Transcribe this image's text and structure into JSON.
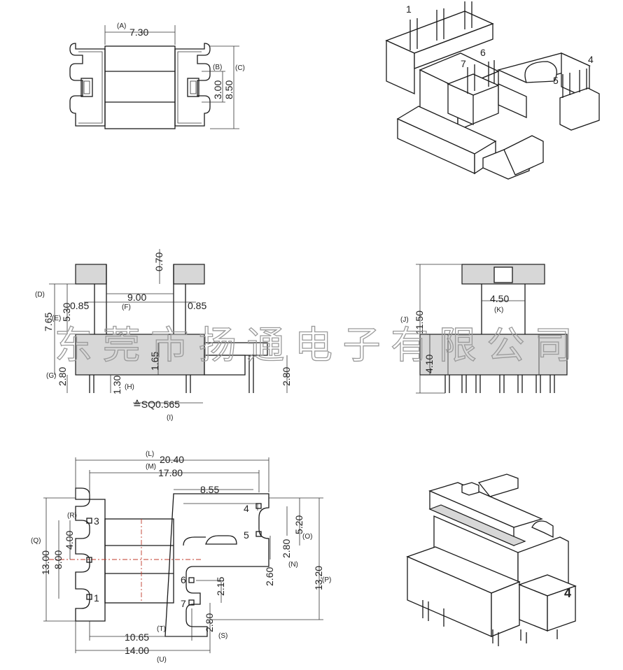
{
  "top_view": {
    "dim_A": "7.30",
    "tag_A": "(A)",
    "dim_B": "3.00",
    "tag_B": "(B)",
    "dim_C": "8.50",
    "tag_C": "(C)"
  },
  "iso_top": {
    "pin_1": "1",
    "pin_4": "4",
    "pin_5": "5",
    "pin_6": "6",
    "pin_7": "7"
  },
  "front_view": {
    "dim_070": "0.70",
    "tag_D": "(D)",
    "dim_D": "7.65",
    "tag_E": "(E)",
    "dim_E": "5.30",
    "dim_085_l": "0.85",
    "dim_085_r": "0.85",
    "dim_F": "9.00",
    "tag_F": "(F)",
    "dim_165": "1.65",
    "tag_G": "(G)",
    "dim_G": "2.80",
    "dim_H": "1.30",
    "tag_H": "(H)",
    "dim_280_r": "2.80",
    "dim_I": "≙SQ0.565",
    "tag_I": "(I)"
  },
  "side_view": {
    "tag_J": "(J)",
    "dim_J": "11.50",
    "dim_K": "4.50",
    "tag_K": "(K)",
    "dim_410": "4.10"
  },
  "bottom_view": {
    "tag_L": "(L)",
    "dim_L": "20.40",
    "tag_M": "(M)",
    "dim_M": "17.80",
    "dim_855": "8.55",
    "tag_R": "(R)",
    "tag_Q": "(Q)",
    "dim_Q1": "13.00",
    "dim_Q2": "8.00",
    "dim_Q3": "4.00",
    "dim_O": "5.20",
    "tag_O": "(O)",
    "dim_N1": "2.80",
    "dim_N2": "2.60",
    "tag_N": "(N)",
    "dim_P": "13.20",
    "tag_P": "(P)",
    "dim_215": "2.15",
    "dim_S": "2.80",
    "tag_S": "(S)",
    "dim_T": "10.65",
    "tag_T": "(T)",
    "dim_U": "14.00",
    "tag_U": "(U)",
    "pin_1": "1",
    "pin_3": "3",
    "pin_4": "4",
    "pin_5": "5",
    "pin_6": "6",
    "pin_7": "7"
  },
  "iso_bottom": {
    "pin_4": "4"
  },
  "watermark": "东莞市扬通电子有限公司"
}
